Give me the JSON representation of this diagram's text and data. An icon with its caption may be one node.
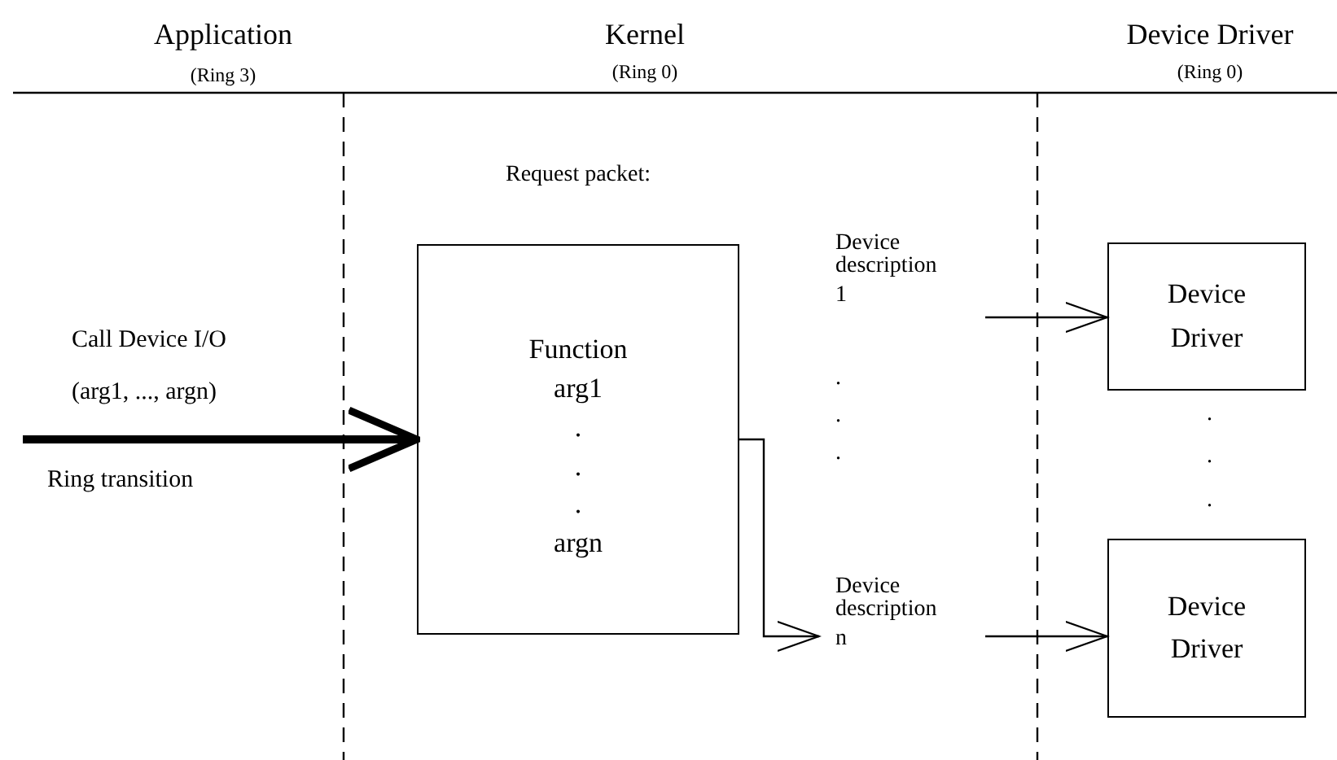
{
  "diagram": {
    "nodes": [
      {
        "text": [
          "Request packet:",
          "Function",
          "arg1",
          ".",
          ".",
          ".",
          "argn"
        ]
      },
      {
        "text": [
          "Device description",
          "1"
        ]
      },
      {
        "text": [
          "Device description",
          "n"
        ]
      },
      {
        "text": [
          "Device Driver"
        ]
      },
      {
        "text": [
          "Device Driver"
        ]
      }
    ],
    "edges": [
      {
        "from": null,
        "to": 0,
        "arrow": "to",
        "style": "thick"
      },
      {
        "from": 0,
        "to": 2,
        "arrow": "to"
      },
      {
        "from": 1,
        "to": 3,
        "arrow": "to"
      },
      {
        "from": 2,
        "to": 4,
        "arrow": "to"
      }
    ],
    "labels": [
      "Application",
      "(Ring 3)",
      "Kernel",
      "(Ring 0)",
      "Device Driver",
      "(Ring 0)",
      "Call Device I/O",
      "(arg1, ..., argn)",
      "Ring transition",
      ".",
      ".",
      ".",
      ".",
      ".",
      "."
    ]
  }
}
